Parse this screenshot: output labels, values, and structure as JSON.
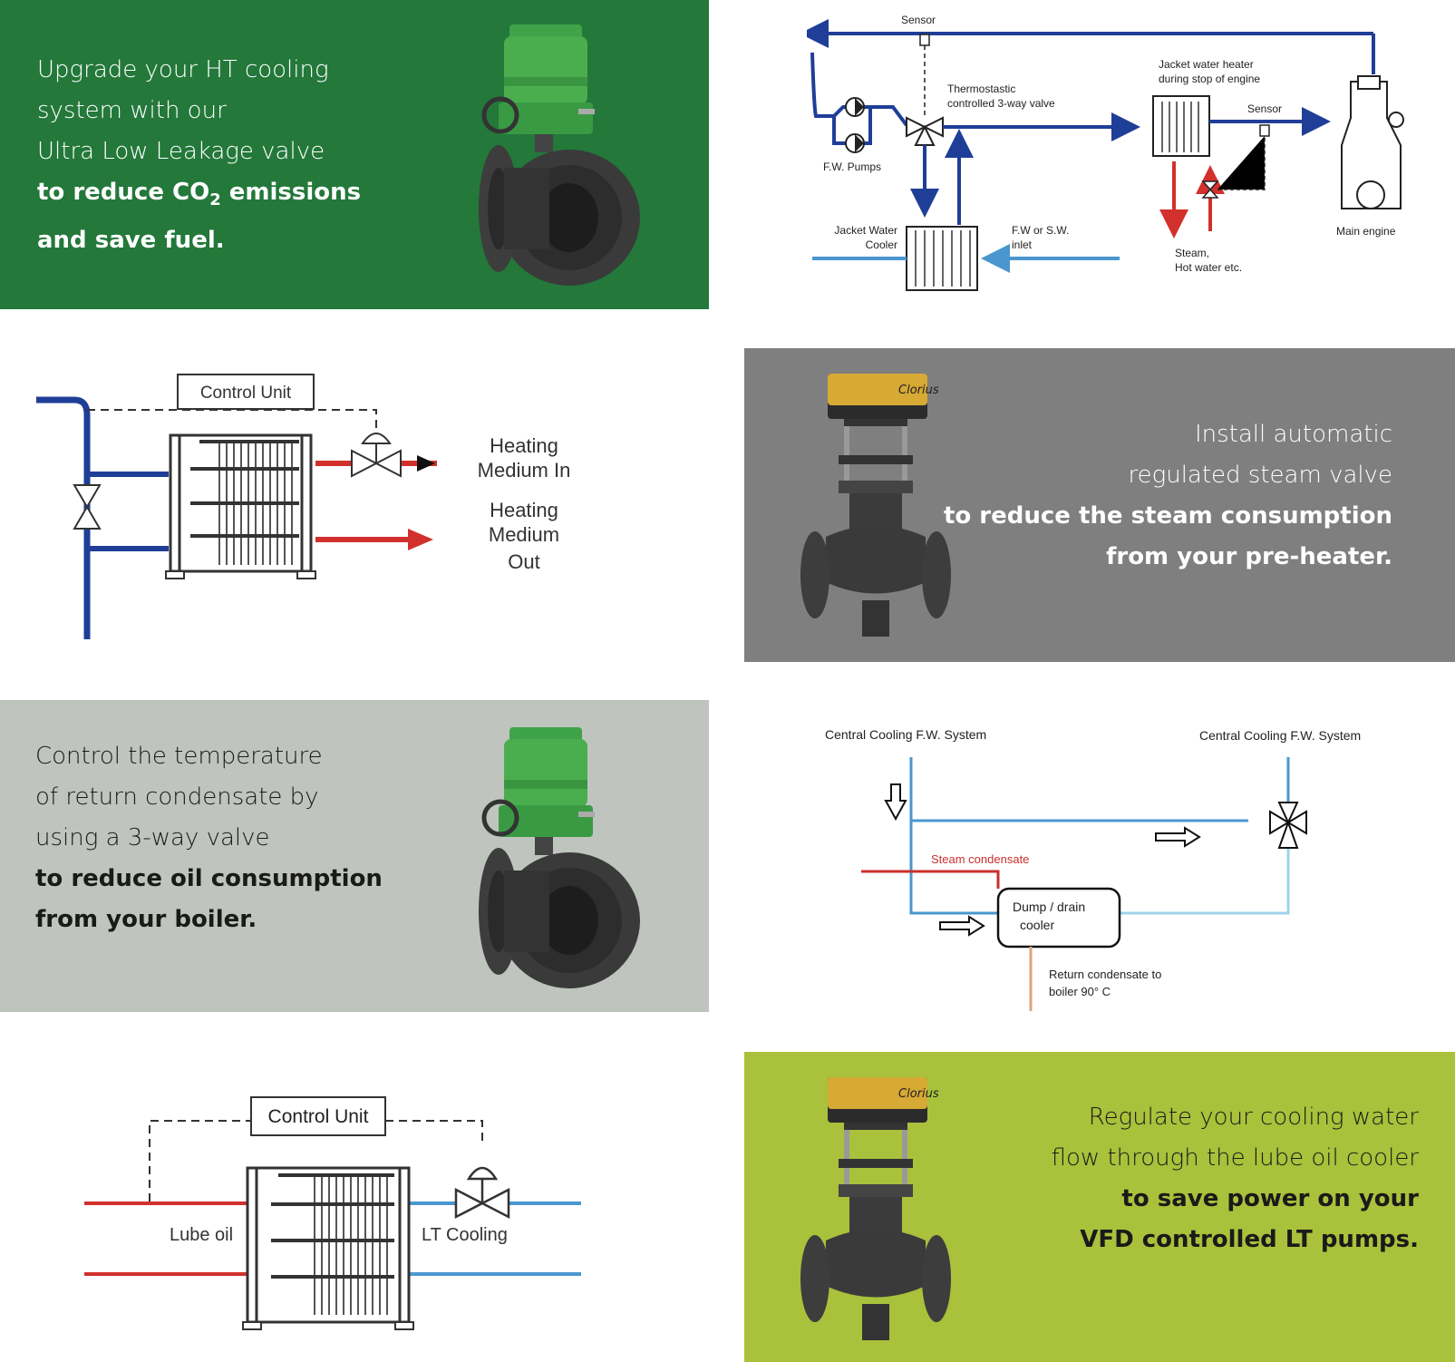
{
  "colors": {
    "green": "#23783a",
    "grey": "#7f7f7f",
    "light_grey": "#bfc4be",
    "lime": "#a9c13b",
    "pipe_blue": "#1f3e97",
    "pipe_red": "#d2302c",
    "pipe_light_blue": "#4a97cf"
  },
  "panel1": {
    "line1": "Upgrade your HT cooling",
    "line2": "system with our",
    "line3": "Ultra Low Leakage valve",
    "line4_pre": "to reduce CO",
    "line4_sub": "2",
    "line4_post": " emissions",
    "line5": "and save fuel.",
    "image": "electric-3-way-valve"
  },
  "diagram1": {
    "sensor_top": "Sensor",
    "thermo_line1": "Thermostastic",
    "thermo_line2": "controlled 3-way valve",
    "heater_line1": "Jacket water heater",
    "heater_line2": "during stop of engine",
    "sensor_right": "Sensor",
    "pumps": "F.W. Pumps",
    "cooler_line1": "Jacket Water",
    "cooler_line2": "Cooler",
    "inlet_line1": "F.W or S.W.",
    "inlet_line2": "inlet",
    "steam_line1": "Steam,",
    "steam_line2": "Hot water etc.",
    "engine": "Main engine"
  },
  "diagram2": {
    "control_unit": "Control Unit",
    "in_line1": "Heating",
    "in_line2": "Medium In",
    "out_line1": "Heating",
    "out_line2": "Medium",
    "out_line3": "Out"
  },
  "panel2": {
    "line1": "Install automatic",
    "line2": "regulated steam valve",
    "line3": "to reduce the steam consumption",
    "line4": "from your pre-heater.",
    "image": "actuated-2-way-valve",
    "brand": "Clorius"
  },
  "panel3": {
    "line1": "Control the temperature",
    "line2": "of return condensate by",
    "line3": "using a 3-way valve",
    "line4": "to reduce oil consumption",
    "line5": "from your boiler.",
    "image": "electric-3-way-valve"
  },
  "diagram3": {
    "left_title": "Central Cooling F.W. System",
    "right_title": "Central Cooling F.W. System",
    "steam": "Steam condensate",
    "cooler_line1": "Dump / drain",
    "cooler_line2": "cooler",
    "return_line1": "Return    condensate    to",
    "return_line2": "boiler 90° C"
  },
  "diagram4": {
    "control_unit": "Control Unit",
    "lube": "Lube oil",
    "lt": "LT Cooling"
  },
  "panel4": {
    "line1": "Regulate your cooling water",
    "line2": "flow through the lube oil cooler",
    "line3": "to save power on your",
    "line4": "VFD controlled LT pumps.",
    "image": "actuated-2-way-valve",
    "brand": "Clorius"
  }
}
